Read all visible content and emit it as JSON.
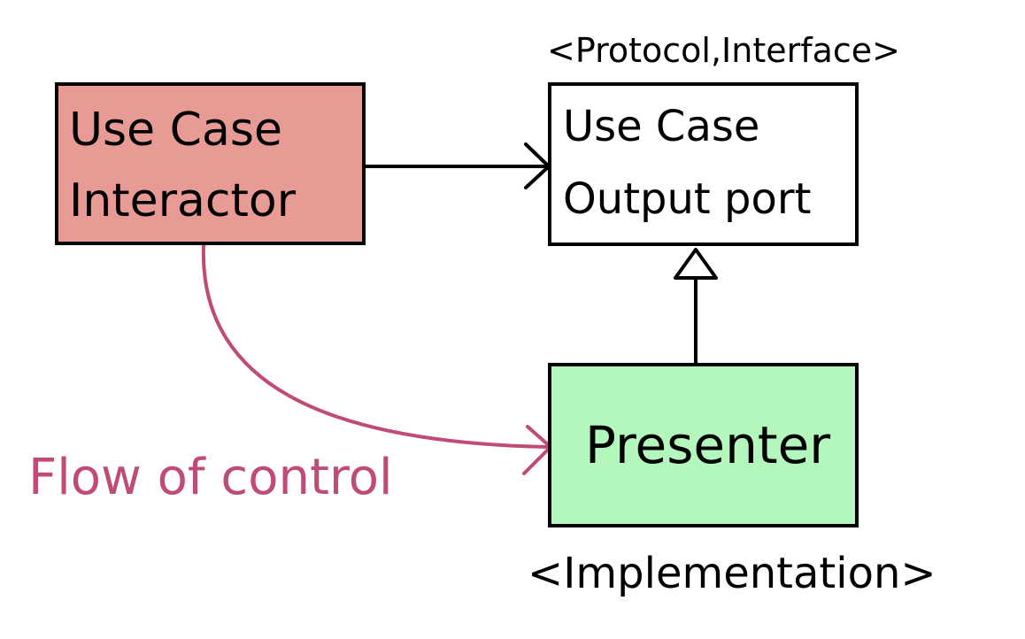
{
  "diagram": {
    "nodes": {
      "interactor": {
        "line1": "Use Case",
        "line2": "Interactor",
        "fill": "#e89a95"
      },
      "output_port": {
        "line1": "Use Case",
        "line2": "Output port",
        "fill": "#ffffff",
        "stereotype": "<Protocol,Interface>"
      },
      "presenter": {
        "label": "Presenter",
        "fill": "#b3f7bd",
        "stereotype": "<Implementation>"
      }
    },
    "edges": [
      {
        "from": "interactor",
        "to": "output_port",
        "kind": "dependency"
      },
      {
        "from": "presenter",
        "to": "output_port",
        "kind": "realization"
      },
      {
        "from": "interactor",
        "to": "presenter",
        "kind": "flow-of-control"
      }
    ],
    "flow_label": "Flow of control",
    "colors": {
      "stroke": "#000000",
      "flow": "#c04a78"
    }
  }
}
